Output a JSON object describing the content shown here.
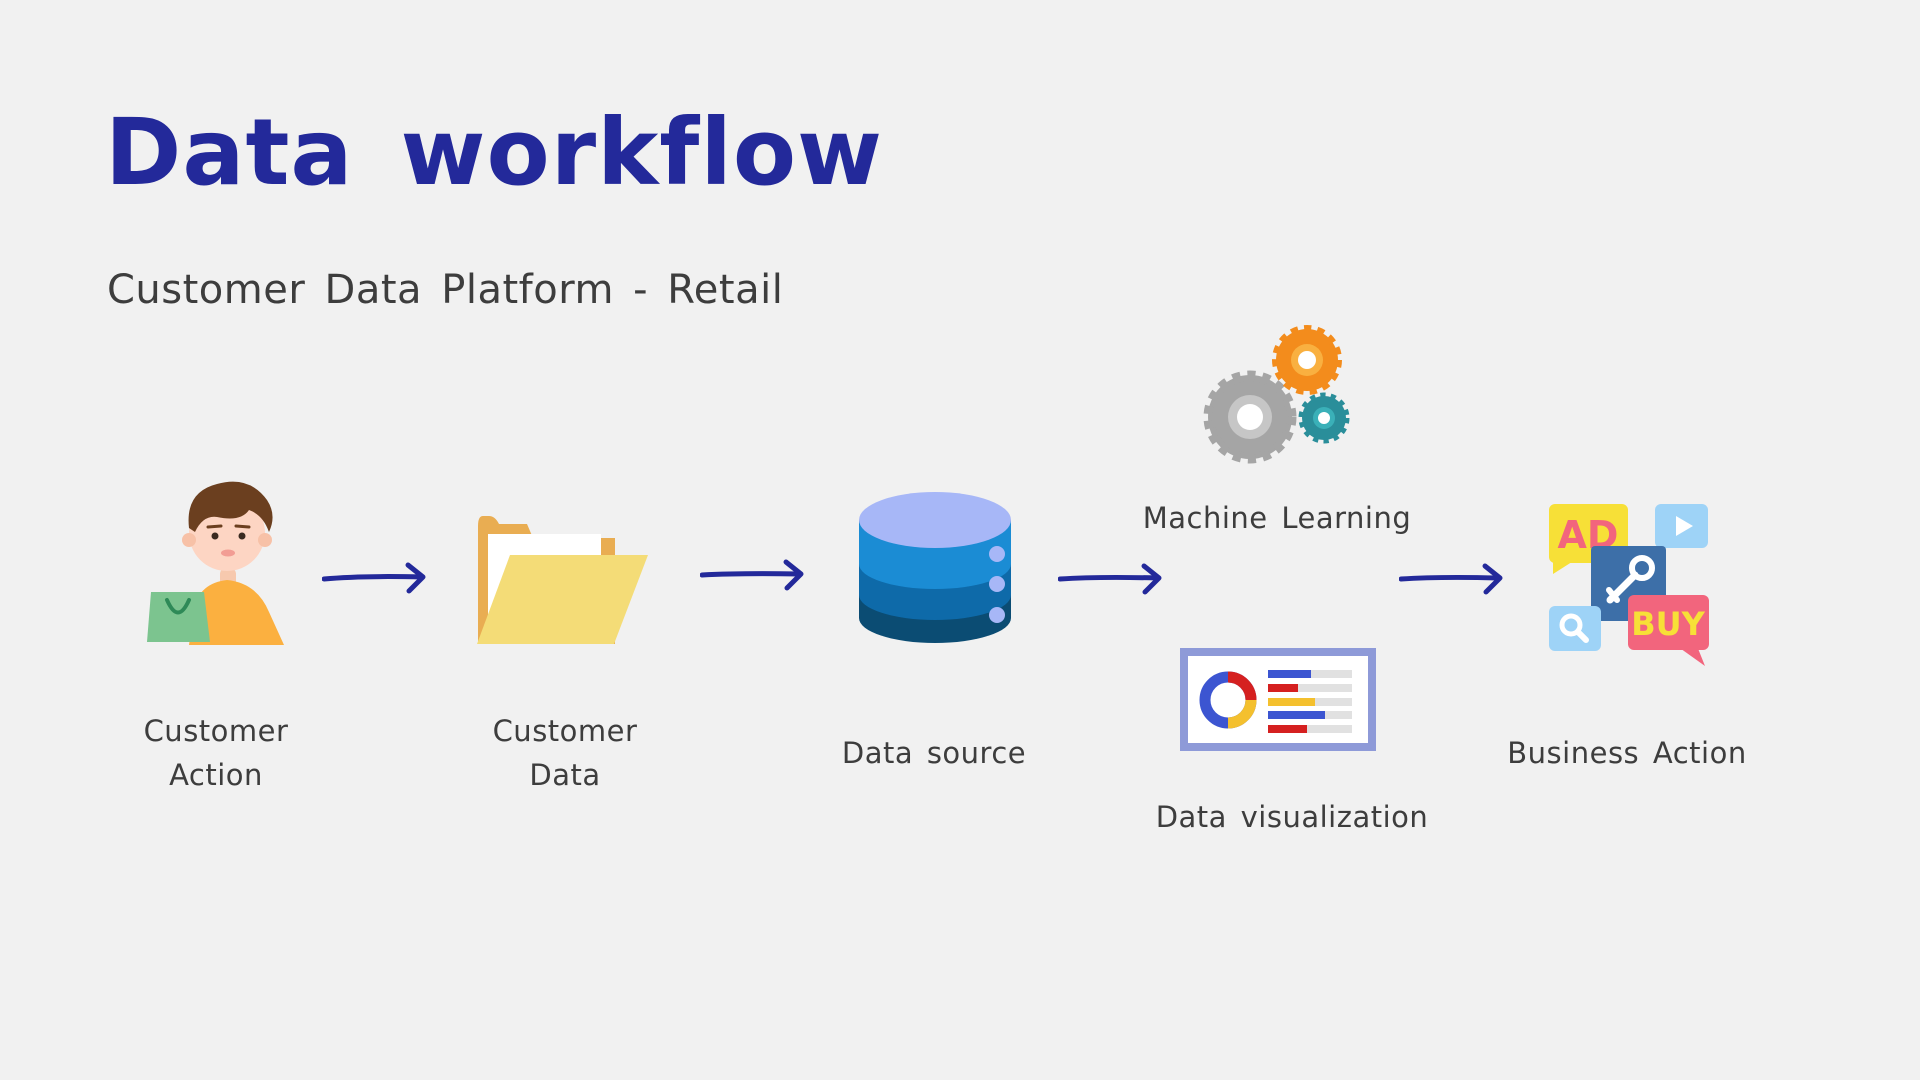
{
  "slide": {
    "title": "Data workflow",
    "subtitle": "Customer Data Platform - Retail"
  },
  "nodes": {
    "customer_action": {
      "line1": "Customer",
      "line2": "Action",
      "icon": "person-shopping-bag-icon"
    },
    "customer_data": {
      "line1": "Customer",
      "line2": "Data",
      "icon": "folder-icon"
    },
    "data_source": {
      "label": "Data source",
      "icon": "database-icon"
    },
    "machine_learning": {
      "label": "Machine Learning",
      "icon": "gears-icon"
    },
    "data_visualization": {
      "label": "Data visualization",
      "icon": "dashboard-icon"
    },
    "business_action": {
      "label": "Business Action",
      "icon": "advertising-icon"
    }
  },
  "business_icon_text": {
    "ad": "AD",
    "buy": "BUY"
  },
  "colors": {
    "title": "#23299a",
    "arrow": "#23299a",
    "text": "#3d3d3d",
    "background": "#f1f1f1"
  }
}
